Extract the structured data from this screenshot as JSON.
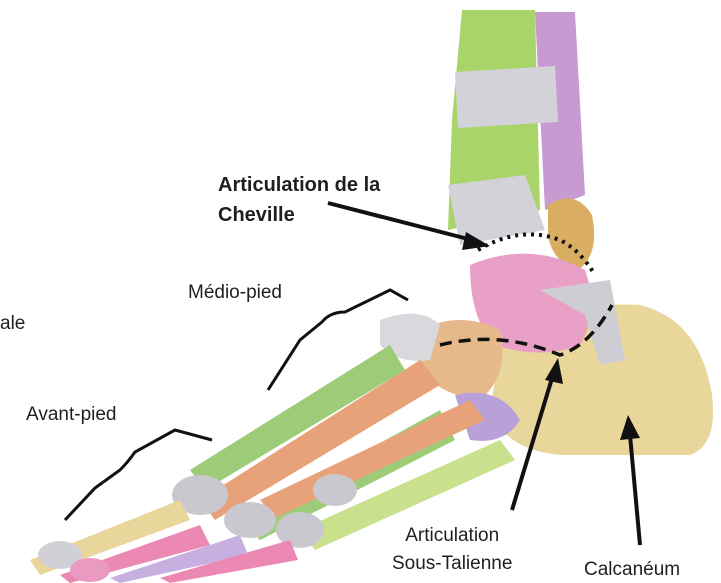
{
  "labels": {
    "ankle_joint": [
      "Articulation de la",
      "Cheville"
    ],
    "midfoot": "Médio-pied",
    "forefoot": "Avant-pied",
    "subtalar_joint": [
      "Articulation",
      "Sous-Talienne"
    ],
    "calcaneus": "Calcanéum",
    "cropped_left": "ale"
  },
  "colors": {
    "tibia": "#a8d46a",
    "fibula": "#c79bd2",
    "ligament": "#cfcfd6",
    "talus": "#e9a0c6",
    "calcaneus": "#e8d69a",
    "navicular": "#e6b98a",
    "metatarsal_green": "#9ccc78",
    "metatarsal_orange": "#e8a27a",
    "phalanx_pink": "#ec88b4",
    "annotation": "#111111"
  }
}
